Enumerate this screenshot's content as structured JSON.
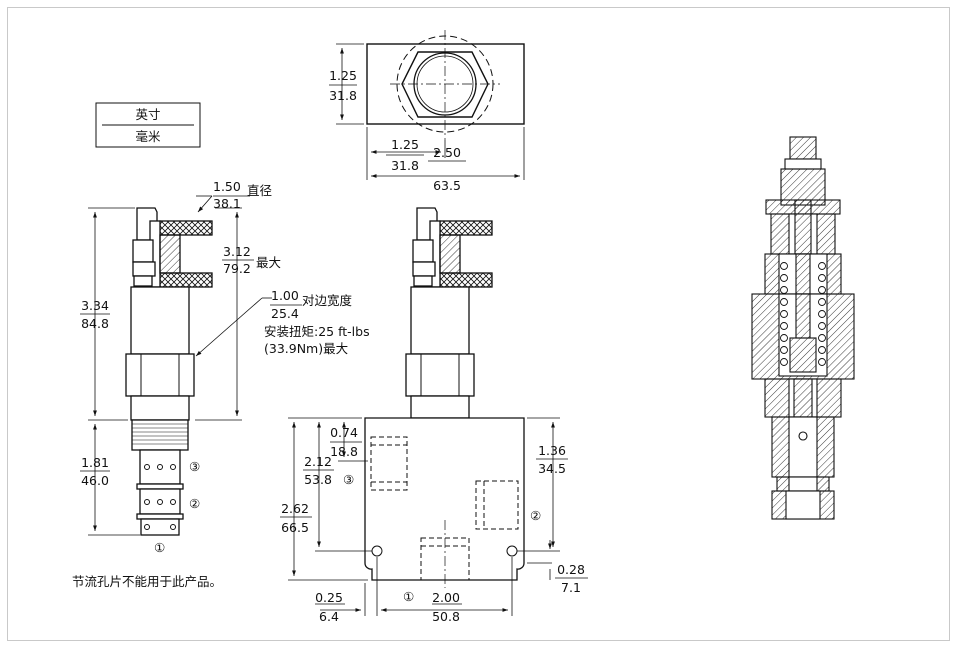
{
  "units": {
    "top": "英寸",
    "bottom": "毫米"
  },
  "top_view": {
    "height": {
      "in": "1.25",
      "mm": "31.8"
    },
    "center": {
      "in": "1.25",
      "mm": "31.8"
    },
    "width": {
      "in": "2.50",
      "mm": "63.5"
    }
  },
  "side_view": {
    "diameter": {
      "in": "1.50",
      "mm": "38.1",
      "label": "直径"
    },
    "max_height": {
      "in": "3.12",
      "mm": "79.2",
      "label": "最大"
    },
    "overall": {
      "in": "3.34",
      "mm": "84.8"
    },
    "hex": {
      "in": "1.00",
      "mm": "25.4",
      "label": "对边宽度"
    },
    "torque": {
      "line1": "安装扭矩:25 ft-lbs",
      "line2": "(33.9Nm)最大"
    },
    "cartridge": {
      "in": "1.81",
      "mm": "46.0"
    },
    "ports": [
      "③",
      "②",
      "①"
    ]
  },
  "front_view": {
    "port3_depth": {
      "in": "0.74",
      "mm": "18.8"
    },
    "port3_height": {
      "in": "2.12",
      "mm": "53.8"
    },
    "block_height": {
      "in": "2.62",
      "mm": "66.5"
    },
    "port2_height": {
      "in": "1.36",
      "mm": "34.5"
    },
    "mount_offset": {
      "in": "0.28",
      "mm": "7.1"
    },
    "left_edge": {
      "in": "0.25",
      "mm": "6.4"
    },
    "mount_spacing": {
      "in": "2.00",
      "mm": "50.8"
    },
    "ports": [
      "③",
      "②",
      "①"
    ]
  },
  "footnote": "节流孔片不能用于此产品。"
}
